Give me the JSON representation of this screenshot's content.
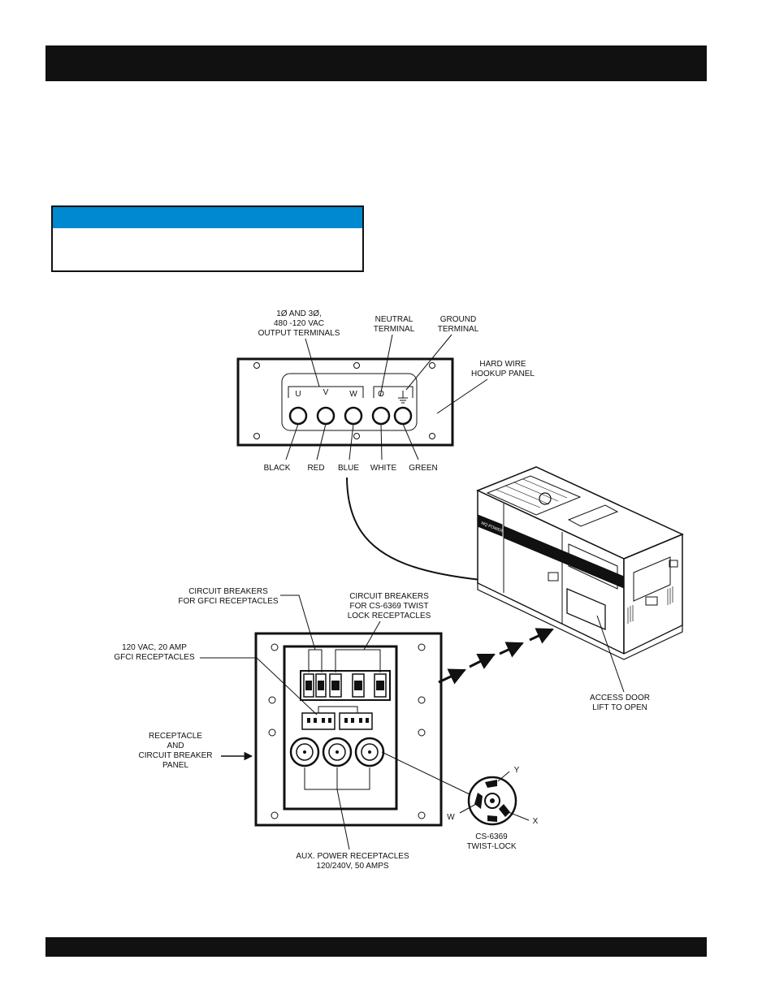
{
  "labels": {
    "output_terminals": [
      "1Ø AND 3Ø,",
      "480 -120 VAC",
      "OUTPUT TERMINALS"
    ],
    "neutral_terminal": [
      "NEUTRAL",
      "TERMINAL"
    ],
    "ground_terminal": [
      "GROUND",
      "TERMINAL"
    ],
    "hard_wire_panel": [
      "HARD WIRE",
      "HOOKUP PANEL"
    ],
    "terminal_letters": [
      "U",
      "V",
      "W",
      "O"
    ],
    "wire_colors": [
      "BLACK",
      "RED",
      "BLUE",
      "WHITE",
      "GREEN"
    ],
    "gfci_breakers": [
      "CIRCUIT BREAKERS",
      "FOR GFCI RECEPTACLES"
    ],
    "twistlock_breakers": [
      "CIRCUIT BREAKERS",
      "FOR CS-6369 TWIST",
      "LOCK RECEPTACLES"
    ],
    "gfci_receptacles": [
      "120 VAC, 20 AMP",
      "GFCI RECEPTACLES"
    ],
    "receptacle_panel": [
      "RECEPTACLE",
      "AND",
      "CIRCUIT BREAKER",
      "PANEL"
    ],
    "access_door": [
      "ACCESS DOOR",
      "LIFT TO OPEN"
    ],
    "aux_receptacles": [
      "AUX. POWER RECEPTACLES",
      "120/240V, 50 AMPS"
    ],
    "twistlock_pins": [
      "Y",
      "W",
      "X"
    ],
    "twistlock_name": [
      "CS-6369",
      "TWIST-LOCK"
    ],
    "brand": "MQ POWER"
  },
  "colors": {
    "note_header": "#0089d0",
    "bars": "#111111"
  }
}
